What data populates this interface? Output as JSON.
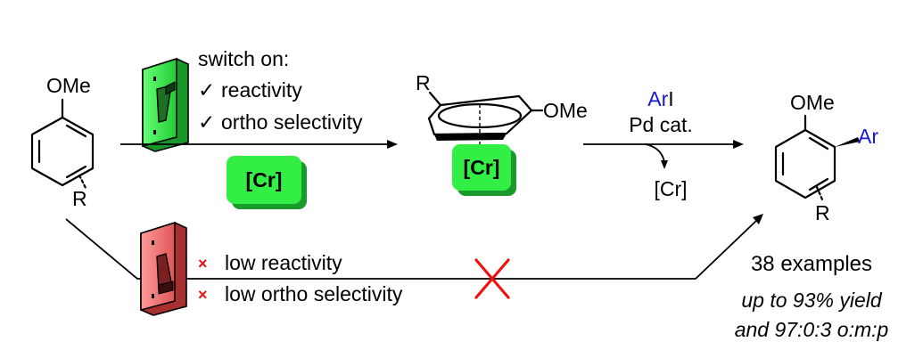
{
  "colors": {
    "green": "#33ee44",
    "green_dark": "#1a8a2a",
    "red": "#f07070",
    "red_dark": "#a03030",
    "aryl_blue": "#1515dd",
    "cross_red": "#ee1111"
  },
  "start_material": {
    "substituent_top": "OMe",
    "substituent_ring": "R"
  },
  "switch_on": {
    "heading": "switch on:",
    "items": [
      {
        "mark": "✓",
        "text": "reactivity"
      },
      {
        "mark": "✓",
        "text": "ortho selectivity"
      }
    ],
    "reagent": "[Cr]"
  },
  "complex": {
    "substituent_left": "R",
    "substituent_right": "OMe",
    "metal": "[Cr]"
  },
  "coupling": {
    "reagent_aryl": "Ar",
    "reagent_halide": "I",
    "catalyst": "Pd cat.",
    "byproduct": "[Cr]"
  },
  "product": {
    "substituent_top": "OMe",
    "substituent_aryl": "Ar",
    "substituent_ring": "R"
  },
  "switch_off": {
    "items": [
      {
        "mark": "×",
        "text": "low reactivity"
      },
      {
        "mark": "×",
        "text": "low ortho selectivity"
      }
    ]
  },
  "results": {
    "examples": "38 examples",
    "yield": "up to 93% yield",
    "selectivity": "and 97:0:3 o:m:p"
  }
}
